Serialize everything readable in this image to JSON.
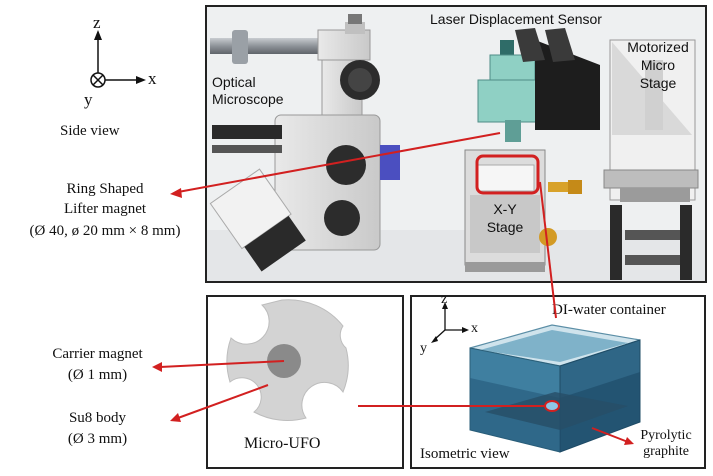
{
  "side_view": {
    "axis_z": "z",
    "axis_x": "x",
    "axis_y": "y",
    "caption": "Side view"
  },
  "photo": {
    "laser_sensor": "Laser Displacement Sensor",
    "optical_microscope": "Optical\nMicroscope",
    "motorized_stage": "Motorized\nMicro\nStage",
    "xy_stage": "X-Y\nStage"
  },
  "ring_magnet": {
    "line1": "Ring Shaped",
    "line2": "Lifter magnet",
    "line3": "(Ø 40, ø 20 mm × 8 mm)"
  },
  "ufo_panel": {
    "carrier_label": "Carrier magnet",
    "carrier_dim": "(Ø 1 mm)",
    "body_label": "Su8 body",
    "body_dim": "(Ø 3 mm)",
    "name": "Micro-UFO"
  },
  "iso_panel": {
    "container_label": "DI-water container",
    "axis_z": "z",
    "axis_x": "x",
    "axis_y": "y",
    "caption": "Isometric view",
    "graphite_label": "Pyrolytic\ngraphite"
  },
  "colors": {
    "pointer": "#d22020",
    "frame": "#222222",
    "sensor": "#8fd0c4",
    "ufo_body": "#d3d3d3",
    "carrier": "#8a8a8a",
    "water": "#3f7fa0"
  }
}
